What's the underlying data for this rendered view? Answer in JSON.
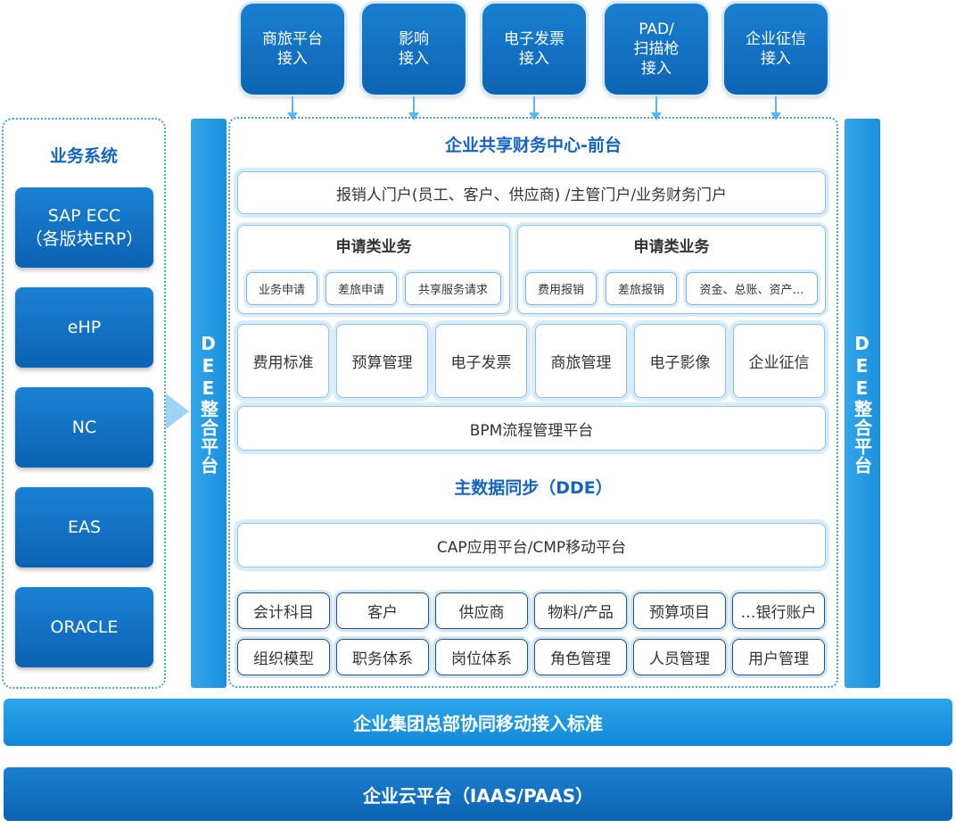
{
  "top_access": [
    {
      "label": "商旅平台\n接入"
    },
    {
      "label": "影响\n接入"
    },
    {
      "label": "电子发票\n接入"
    },
    {
      "label": "PAD/\n扫描枪\n接入"
    },
    {
      "label": "企业征信\n接入"
    }
  ],
  "business_systems": {
    "title": "业务系统",
    "items": [
      {
        "label": "SAP ECC\n（各版块ERP）"
      },
      {
        "label": "eHP"
      },
      {
        "label": "NC"
      },
      {
        "label": "EAS"
      },
      {
        "label": "ORACLE"
      }
    ]
  },
  "dee_left": "DEE整合平台",
  "dee_right": "DEE整合平台",
  "front": {
    "title": "企业共享财务中心-前台",
    "portal": "报销人门户(员工、客户、供应商) /主管门户/业务财务门户",
    "group_left": {
      "title": "申请类业务",
      "items": [
        "业务申请",
        "差旅申请",
        "共享服务请求"
      ]
    },
    "group_right": {
      "title": "申请类业务",
      "items": [
        "费用报销",
        "差旅报销",
        "资金、总账、资产…"
      ]
    }
  },
  "modules": [
    "费用标准",
    "预算管理",
    "电子发票",
    "商旅管理",
    "电子影像",
    "企业征信"
  ],
  "bpm": "BPM流程管理平台",
  "master_data_title": "主数据同步（DDE）",
  "cap": "CAP应用平台/CMP移动平台",
  "data_row1": [
    "会计科目",
    "客户",
    "供应商",
    "物料/产品",
    "预算项目",
    "…银行账户"
  ],
  "data_row2": [
    "组织模型",
    "职务体系",
    "岗位体系",
    "角色管理",
    "人员管理",
    "用户管理"
  ],
  "bottom_bars": {
    "standard": "企业集团总部协同移动接入标准",
    "cloud": "企业云平台（IAAS/PAAS）"
  }
}
